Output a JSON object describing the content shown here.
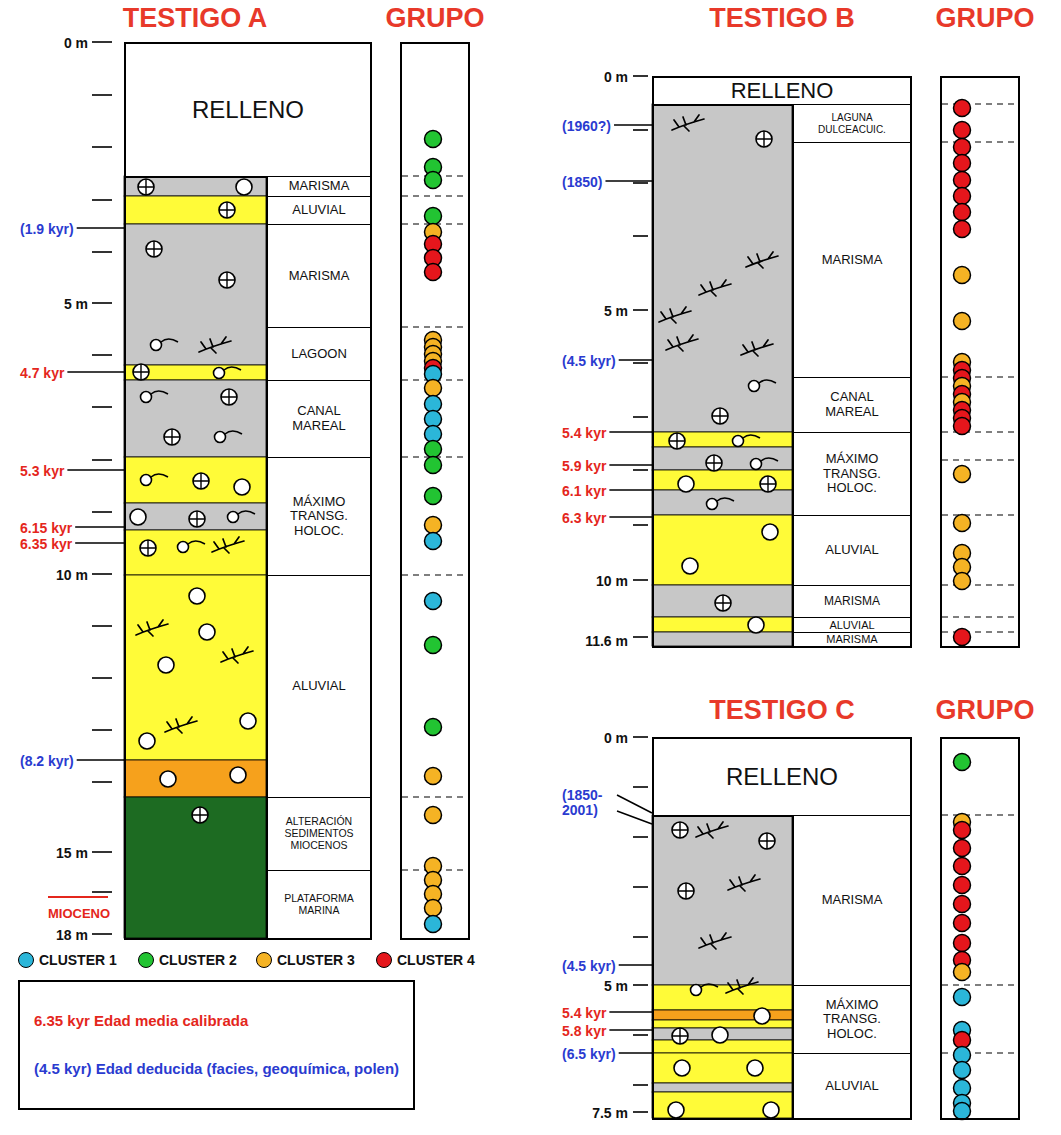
{
  "diagram": {
    "nodes": [
      {
        "text": [
          "TESTIGO A"
        ]
      },
      {
        "text": [
          "RELLENO"
        ],
        "in": 0
      },
      {
        "text": [
          "MARISMA"
        ],
        "in": 0
      },
      {
        "text": [
          "ALUVIAL"
        ],
        "in": 0
      },
      {
        "text": [
          "MARISMA"
        ],
        "in": 0
      },
      {
        "text": [
          "LAGOON"
        ],
        "in": 0
      },
      {
        "text": [
          "CANAL MAREAL"
        ],
        "in": 0
      },
      {
        "text": [
          "MÁXIMO TRANSG. HOLOC."
        ],
        "in": 0
      },
      {
        "text": [
          "ALUVIAL"
        ],
        "in": 0
      },
      {
        "text": [
          "ALTERACIÓN SEDIMENTOS MIOCENOS"
        ],
        "in": 0
      },
      {
        "text": [
          "PLATAFORMA MARINA"
        ],
        "in": 0
      },
      {
        "text": [
          "GRUPO"
        ]
      },
      {
        "text": [
          "TESTIGO B"
        ]
      },
      {
        "text": [
          "RELLENO"
        ],
        "in": 12
      },
      {
        "text": [
          "LAGUNA DULCEACUIC."
        ],
        "in": 12
      },
      {
        "text": [
          "MARISMA"
        ],
        "in": 12
      },
      {
        "text": [
          "CANAL MAREAL"
        ],
        "in": 12
      },
      {
        "text": [
          "MÁXIMO TRANSG. HOLOC."
        ],
        "in": 12
      },
      {
        "text": [
          "ALUVIAL"
        ],
        "in": 12
      },
      {
        "text": [
          "MARISMA"
        ],
        "in": 12
      },
      {
        "text": [
          "ALUVIAL"
        ],
        "in": 12
      },
      {
        "text": [
          "MARISMA"
        ],
        "in": 12
      },
      {
        "text": [
          "GRUPO"
        ]
      },
      {
        "text": [
          "TESTIGO C"
        ]
      },
      {
        "text": [
          "RELLENO"
        ],
        "in": 23
      },
      {
        "text": [
          "MARISMA"
        ],
        "in": 23
      },
      {
        "text": [
          "MÁXIMO TRANSG. HOLOC."
        ],
        "in": 23
      },
      {
        "text": [
          "ALUVIAL"
        ],
        "in": 23
      },
      {
        "text": [
          "GRUPO"
        ]
      },
      {
        "text": [
          "6.35 kyr Edad media calibrada",
          "(4.5 kyr) Edad deducida (facies, geoquímica, polen)"
        ]
      }
    ],
    "labels": [
      "0 m",
      "5 m",
      "10 m",
      "15 m",
      "18 m",
      "(1.9 kyr)",
      "4.7 kyr",
      "5.3 kyr",
      "6.15 kyr",
      "6.35 kyr",
      "(8.2 kyr)",
      "MIOCENO",
      "0 m",
      "5 m",
      "10 m",
      "11.6 m",
      "(1960?)",
      "(1850)",
      "(4.5 kyr)",
      "5.4 kyr",
      "5.9 kyr",
      "6.1 kyr",
      "6.3 kyr",
      "0 m",
      "5 m",
      "7.5 m",
      "(1850- 2001)",
      "(4.5 kyr)",
      "5.4 kyr",
      "5.8 kyr",
      "(6.5 kyr)"
    ],
    "legend": [
      {
        "text": "CLUSTER 1",
        "color": "#2bb6d9"
      },
      {
        "text": "CLUSTER 2",
        "color": "#22c432"
      },
      {
        "text": "CLUSTER 3",
        "color": "#f5b324"
      },
      {
        "text": "CLUSTER 4",
        "color": "#e5161c"
      }
    ]
  }
}
